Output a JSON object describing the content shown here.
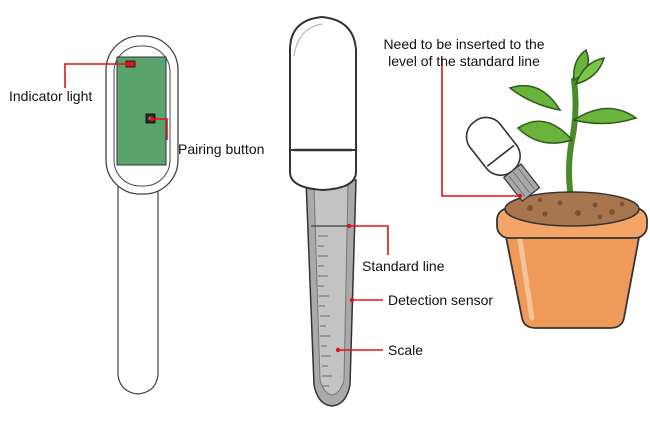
{
  "labels": {
    "indicator_light": "Indicator light",
    "pairing_button": "Pairing button",
    "standard_line": "Standard line",
    "detection_sensor": "Detection sensor",
    "scale": "Scale",
    "insert_note_line1": "Need to be inserted to the",
    "insert_note_line2": "level of the standard line"
  },
  "icons": [
    "device-outline-icon",
    "sensor-probe-icon",
    "potted-plant-icon"
  ],
  "colors": {
    "leader_line": "#e0131a",
    "pcb_green": "#5aa36c",
    "probe_gray": "#a9a9a9",
    "pot_orange": "#f09a5a",
    "soil_brown": "#a8764e",
    "leaf_green": "#6bb43c"
  }
}
